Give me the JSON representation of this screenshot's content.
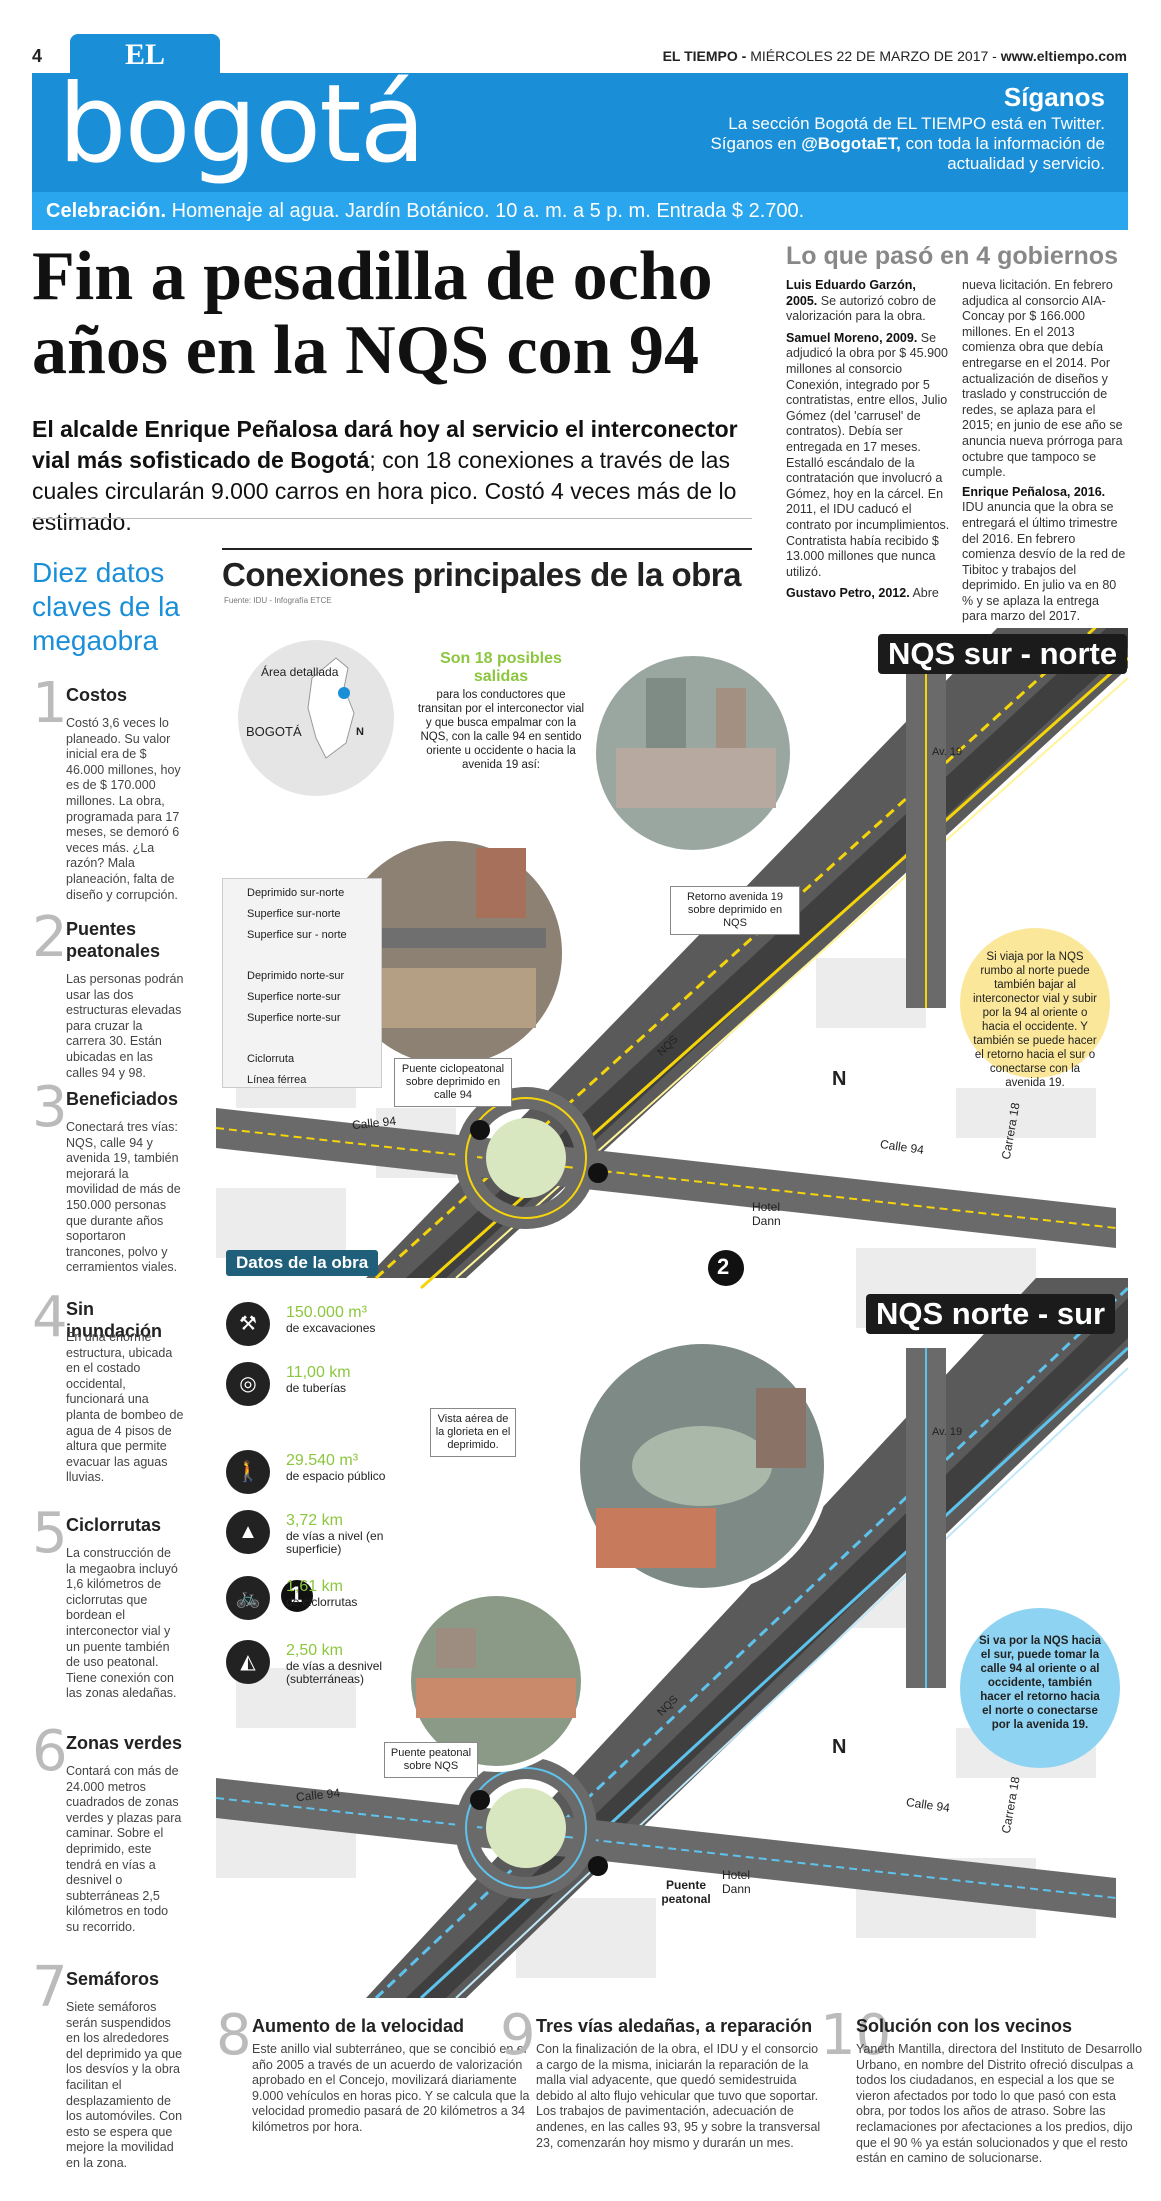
{
  "header": {
    "page_number": "4",
    "brand": "EL TIEMPO",
    "dateline_brand": "EL TIEMPO -",
    "dateline_date": " MIÉRCOLES 22 DE MARZO DE 2017 - ",
    "dateline_url": "www.eltiempo.com",
    "section": "bogotá",
    "siganos_title": "Síganos",
    "siganos_body_1": "La sección Bogotá de EL TIEMPO está en Twitter. Síganos en ",
    "siganos_handle": "@BogotaET,",
    "siganos_body_2": " con toda la información de actualidad y servicio.",
    "celebracion_label": "Celebración.",
    "celebracion_text": " Homenaje al agua. Jardín Botánico. 10 a. m. a 5 p. m. Entrada $ 2.700."
  },
  "article": {
    "headline": "Fin a pesadilla de ocho años en la NQS con 94",
    "lede_bold": "El alcalde Enrique Peñalosa dará hoy al servicio el interconector vial más sofisticado de Bogotá",
    "lede_rest": "; con 18 conexiones a través de las cuales circularán 9.000 carros en hora pico. Costó 4 veces más de lo estimado."
  },
  "governments": {
    "title": "Lo que pasó en 4 gobiernos",
    "col1": [
      {
        "name": "Luis Eduardo Garzón, 2005.",
        "text": " Se autorizó cobro de valorización para la obra."
      },
      {
        "name": "Samuel Moreno, 2009.",
        "text": " Se adjudicó la obra por $ 45.900 millones al consorcio Conexión, integrado por 5 contratistas, entre ellos, Julio Gómez (del 'carrusel' de contratos). Debía ser entregada en 17 meses. Estalló escándalo de la contratación que involucró a Gómez, hoy en la cárcel. En 2011, el IDU caducó el contrato por incumplimientos. Contratista había recibido $ 13.000 millones que nunca utilizó."
      },
      {
        "name": "Gustavo Petro, 2012.",
        "text": " Abre"
      }
    ],
    "col2": [
      {
        "name": "",
        "text": "nueva licitación. En febrero adjudica al consorcio AIA-Concay por $ 166.000 millones. En el 2013 comienza obra que debía entregarse en el 2014. Por actualización de diseños y traslado y construcción de redes, se aplaza para el 2015; en junio de ese año se anuncia nueva prórroga para octubre que tampoco se cumple."
      },
      {
        "name": "Enrique Peñalosa, 2016.",
        "text": " IDU anuncia que la obra se entregará el último trimestre del 2016. En febrero comienza desvío de la red de Tibitoc y trabajos del deprimido. En julio va en 80 % y se aplaza la entrega para marzo del 2017."
      }
    ]
  },
  "datos": {
    "title": "Diez datos claves de la megaobra",
    "items": [
      {
        "num": "1",
        "title": "Costos",
        "body": "Costó 3,6 veces lo planeado. Su valor inicial era de $ 46.000 millones, hoy es de $ 170.000 millones. La obra, programada para 17 meses, se demoró 6 veces más. ¿La razón? Mala planeación, falta de diseño y corrupción."
      },
      {
        "num": "2",
        "title": "Puentes peatonales",
        "body": "Las personas podrán usar las dos estructuras elevadas para cruzar la carrera 30. Están ubicadas en las calles 94 y 98."
      },
      {
        "num": "3",
        "title": "Beneficiados",
        "body": "Conectará tres vías: NQS, calle 94 y avenida 19, también mejorará la movilidad de más de 150.000 personas que durante años soportaron trancones, polvo y cerramientos viales."
      },
      {
        "num": "4",
        "title": "Sin inundación",
        "body": "En una enorme estructura, ubicada en el costado occidental, funcionará una planta de bombeo de agua de 4 pisos de altura que permite evacuar las aguas lluvias."
      },
      {
        "num": "5",
        "title": "Ciclorrutas",
        "body": "La construcción de la megaobra incluyó 1,6 kilómetros de ciclorrutas que bordean el interconector vial y un puente también de uso peatonal. Tiene conexión con las zonas aledañas."
      },
      {
        "num": "6",
        "title": "Zonas verdes",
        "body": "Contará con más de 24.000 metros cuadrados de zonas verdes y plazas para caminar. Sobre el deprimido, este tendrá en vías a desnivel o subterráneas 2,5 kilómetros en todo su recorrido."
      },
      {
        "num": "7",
        "title": "Semáforos",
        "body": "Siete semáforos serán suspendidos en los alrededores del deprimido ya que los desvíos y la obra facilitan el desplazamiento de los automóviles. Con esto se espera que mejore la movilidad en la zona."
      }
    ],
    "bottom": [
      {
        "num": "8",
        "title": "Aumento de la velocidad",
        "body": "Este anillo vial subterráneo, que se concibió en el año 2005 a través de un acuerdo de valorización aprobado en el Concejo, movilizará diariamente 9.000 vehículos en horas pico. Y se calcula que la velocidad promedio pasará de 20 kilómetros a 34 kilómetros por hora."
      },
      {
        "num": "9",
        "title": "Tres vías aledañas, a reparación",
        "body": "Con la finalización de la obra, el IDU y el consorcio a cargo de la misma, iniciarán la reparación de la malla vial adyacente, que quedó semidestruida debido al alto flujo vehicular que tuvo que soportar. Los trabajos de pavimentación, adecuación de andenes, en las calles 93, 95 y sobre la transversal 23, comenzarán hoy mismo y durarán un mes."
      },
      {
        "num": "10",
        "title": "Solución con los vecinos",
        "body": "Yaneth Mantilla, directora del Instituto de Desarrollo Urbano, en nombre del Distrito ofreció disculpas a todos los ciudadanos, en especial a los que se vieron afectados por todo lo que pasó con esta obra, por todos los años de atraso. Sobre las reclamaciones por afectaciones a los predios, dijo que el 90 % ya están solucionados y que el resto están en camino de solucionarse."
      }
    ]
  },
  "infographic": {
    "title": "Conexiones principales de la obra",
    "source": "Fuente: IDU - Infografía ETCE",
    "map_area": "Área detallada",
    "map_city": "BOGOTÁ",
    "map_north": "N",
    "salidas_title": "Son 18 posibles salidas",
    "salidas_text": "para los conductores que transitan por el interconector vial y que busca empalmar con la NQS, con la calle 94 en sentido oriente u occidente o hacia la avenida 19 así:",
    "tag_sur_norte": "NQS sur - norte",
    "tag_norte_sur": "NQS norte - sur",
    "legend": [
      "Deprimido sur-norte",
      "Superfice sur-norte",
      "Superfice sur - norte",
      "Deprimido norte-sur",
      "Superfice norte-sur",
      "Superfice norte-sur",
      "Ciclorruta",
      "Línea férrea"
    ],
    "colors": {
      "yellow": "#f5d50a",
      "blue": "#5ec3ec",
      "road": "#555555",
      "green": "#8cc63f",
      "red": "#d9534f"
    },
    "labels": {
      "av19": "Av. 19",
      "nqs": "NQS",
      "calle94": "Calle 94",
      "carrera18": "Carrera 18",
      "hotel": "Hotel Dann",
      "n": "N",
      "c1": "1",
      "c2": "2",
      "puente_peatonal": "Puente peatonal"
    },
    "callouts": {
      "retorno": "Retorno avenida 19 sobre deprimido en NQS",
      "ciclopeatonal": "Puente ciclopeatonal sobre deprimido en calle 94",
      "vista": "Vista aérea de la glorieta en el deprimido.",
      "puente": "Puente peatonal sobre NQS",
      "yellow_note": "Si viaja por la NQS rumbo al norte puede también bajar al interconector vial y subir por la 94 al oriente o hacia el occidente. Y también se puede hacer el retorno hacia el sur o conectarse con la avenida 19.",
      "blue_note": "Si va por la NQS hacia el sur, puede tomar la calle 94 al oriente o al occidente, también hacer el retorno hacia el norte o conectarse por la avenida 19."
    },
    "datos_obra_title": "Datos de la obra",
    "stats": [
      {
        "icon": "excavation-icon",
        "glyph": "⚒",
        "value": "150.000 m³",
        "label": "de excavaciones"
      },
      {
        "icon": "pipe-icon",
        "glyph": "◎",
        "value": "11,00 km",
        "label": "de tuberías"
      },
      {
        "icon": "pedestrian-icon",
        "glyph": "🚶",
        "value": "29.540 m³",
        "label": "de espacio público"
      },
      {
        "icon": "road-icon",
        "glyph": "▲",
        "value": "3,72 km",
        "label": "de vías a nivel (en superficie)"
      },
      {
        "icon": "bicycle-icon",
        "glyph": "🚲",
        "value": "1,61 km",
        "label": "de ciclorrutas"
      },
      {
        "icon": "tunnel-icon",
        "glyph": "◭",
        "value": "2,50 km",
        "label": "de vías a desnivel (subterráneas)"
      }
    ]
  }
}
